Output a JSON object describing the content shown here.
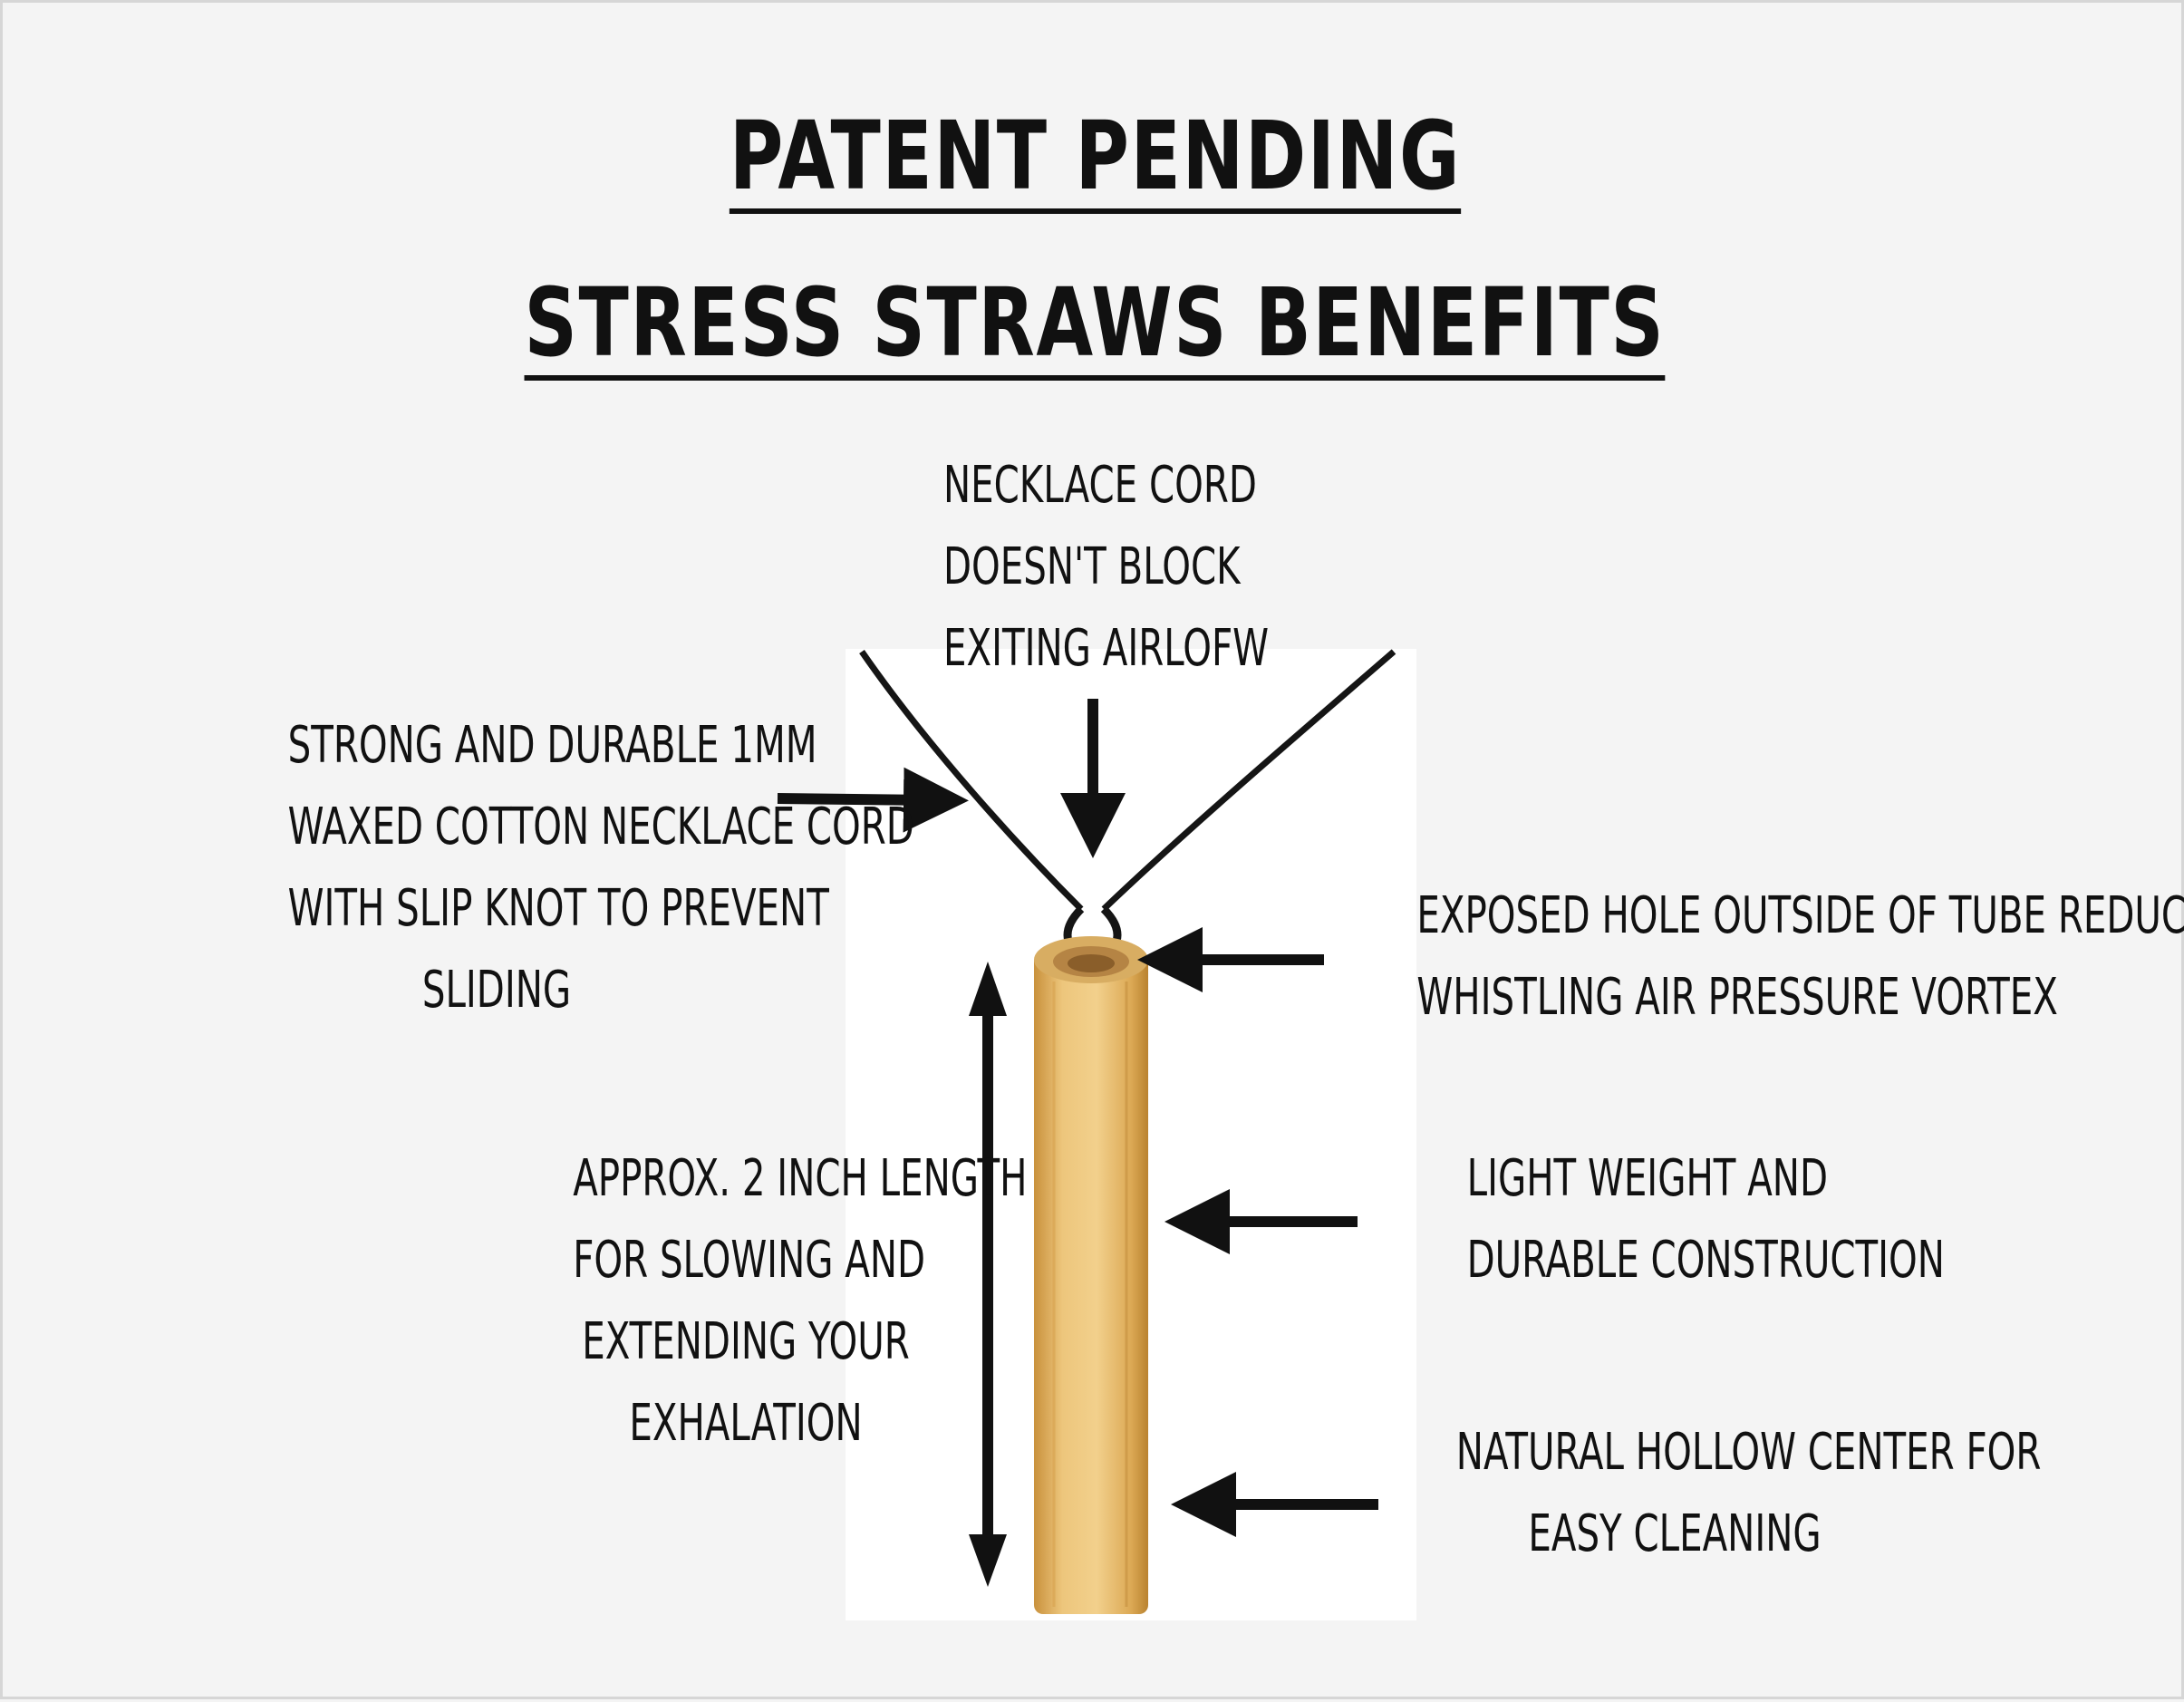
{
  "title": {
    "line1": "PATENT PENDING",
    "line2": "STRESS STRAWS BENEFITS"
  },
  "callouts": {
    "cord_top": [
      "NECKLACE CORD",
      "DOESN'T BLOCK",
      "EXITING AIRLOFW"
    ],
    "cord_material": [
      "STRONG AND DURABLE 1MM",
      "WAXED COTTON NECKLACE CORD",
      "WITH SLIP KNOT TO PREVENT",
      "SLIDING"
    ],
    "exposed_hole": [
      "EXPOSED HOLE OUTSIDE OF TUBE REDUCES",
      "WHISTLING AIR PRESSURE VORTEX"
    ],
    "length": [
      "APPROX. 2 INCH LENGTH",
      "FOR SLOWING AND",
      "EXTENDING YOUR",
      "EXHALATION"
    ],
    "light_weight": [
      "LIGHT WEIGHT AND",
      "DURABLE CONSTRUCTION"
    ],
    "hollow_center": [
      "NATURAL HOLLOW CENTER FOR",
      "EASY CLEANING"
    ]
  },
  "colors": {
    "background": "#f4f4f4",
    "text": "#111111",
    "bamboo": "#e3b868",
    "cord": "#151515"
  },
  "icons": [
    "arrow-right-icon",
    "arrow-down-icon",
    "arrow-left-icon",
    "double-arrow-vertical-icon",
    "bamboo-straw-image",
    "necklace-cord-image"
  ]
}
